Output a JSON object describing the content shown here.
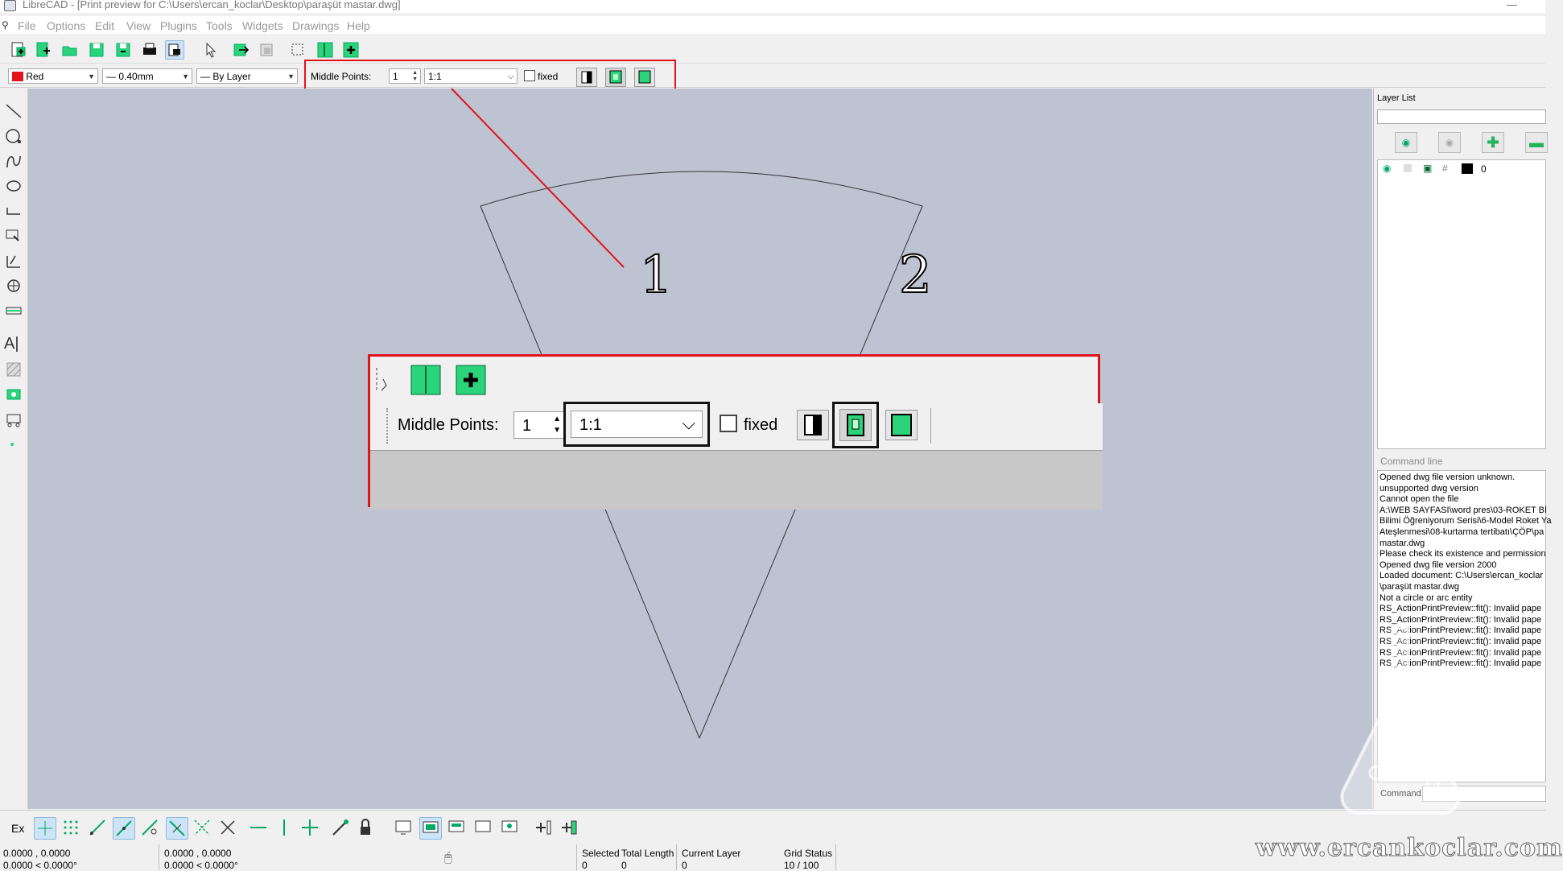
{
  "window": {
    "title": "LibreCAD - [Print preview for C:\\Users\\ercan_koclar\\Desktop\\paraşüt mastar.dwg]",
    "minimize": "—"
  },
  "menu": {
    "items": [
      "File",
      "Options",
      "Edit",
      "View",
      "Plugins",
      "Tools",
      "Widgets",
      "Drawings",
      "Help"
    ]
  },
  "toolbar1": {
    "icons": [
      "new-file-icon",
      "new-from-template-icon",
      "open-file-icon",
      "save-icon",
      "save-as-icon",
      "print-icon",
      "print-preview-icon",
      "select-pointer-icon",
      "block-insert-icon",
      "block-icon",
      "select-window-icon",
      "page-portrait-icon",
      "page-add-icon"
    ]
  },
  "toolbar2": {
    "color": "Red",
    "color_hex": "#e0141a",
    "linewidth": "— 0.40mm",
    "linetype": "— By Layer",
    "middle_points_label": "Middle Points:",
    "middle_points_value": "1",
    "scale": "1:1",
    "fixed_label": "fixed",
    "fixed_checked": false
  },
  "zoom_callout": {
    "middle_points_label": "Middle Points:",
    "middle_points_value": "1",
    "scale": "1:1",
    "fixed_label": "fixed",
    "marker1": "1",
    "marker2": "2"
  },
  "layer_list": {
    "title": "Layer List",
    "layers": [
      {
        "name": "0",
        "visible": true,
        "color": "#000000"
      }
    ]
  },
  "command_line": {
    "title": "Command line",
    "history": [
      "Opened dwg file version unknown.",
      "unsupported dwg version",
      "Cannot open the file",
      "A:\\WEB SAYFASI\\word pres\\03-ROKET Bİ",
      "Bilimi Öğreniyorum Serisi\\6-Model Roket Ya",
      "Ateşlenmesi\\08-kurtarma tertibatı\\ÇÖP\\pa",
      "mastar.dwg",
      "Please check its existence and permission",
      "Opened dwg file version 2000",
      "Loaded document: C:\\Users\\ercan_koclar",
      "\\paraşüt mastar.dwg",
      "Not a circle or arc entity",
      "RS_ActionPrintPreview::fit(): Invalid pape",
      "RS_ActionPrintPreview::fit(): Invalid pape",
      "RS_ActionPrintPreview::fit(): Invalid pape",
      "RS_ActionPrintPreview::fit(): Invalid pape",
      "RS_ActionPrintPreview::fit(): Invalid pape",
      "RS_ActionPrintPreview::fit(): Invalid pape"
    ],
    "prompt": "Command:"
  },
  "status": {
    "ex_label": "Ex",
    "coord_abs_1": "0.0000 , 0.0000",
    "coord_abs_2": "0.0000 < 0.0000°",
    "coord_rel_1": "0.0000 , 0.0000",
    "coord_rel_2": "0.0000 < 0.0000°",
    "selected_label": "Selected",
    "selected_value": "0",
    "total_length_label": "Total Length",
    "total_length_value": "0",
    "current_layer_label": "Current Layer",
    "current_layer_value": "0",
    "grid_status_label": "Grid Status",
    "grid_status_value": "10 / 100"
  },
  "watermark": "www.ercankoclar.com"
}
